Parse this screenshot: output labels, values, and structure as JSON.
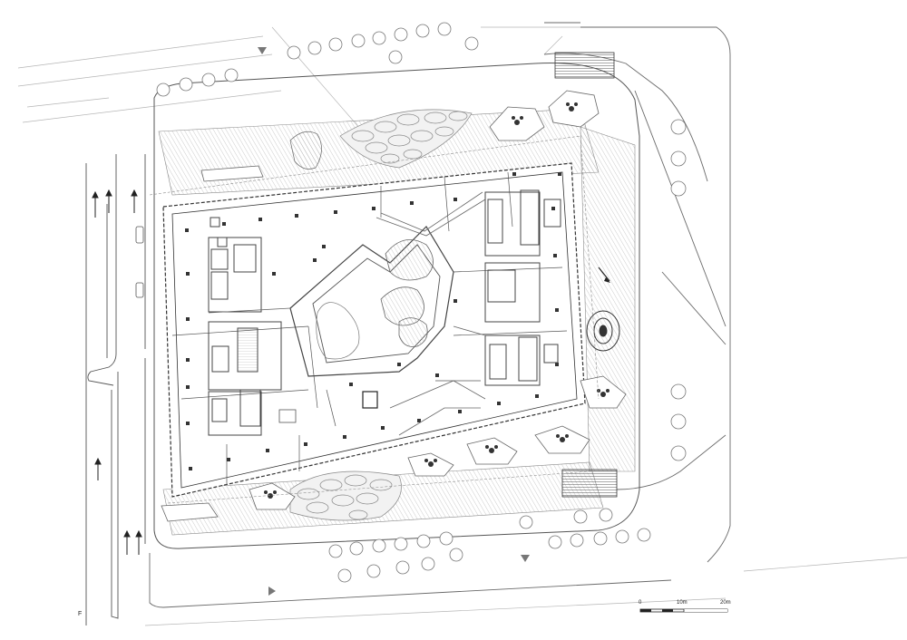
{
  "scale_bar": {
    "label_start": "0",
    "label_mid": "10m",
    "label_end": "20m"
  },
  "north_mark": "F",
  "colors": {
    "line": "#7a7a7a",
    "dark": "#2a2a2a",
    "hatch": "#9a9a9a",
    "core": "#444444"
  }
}
